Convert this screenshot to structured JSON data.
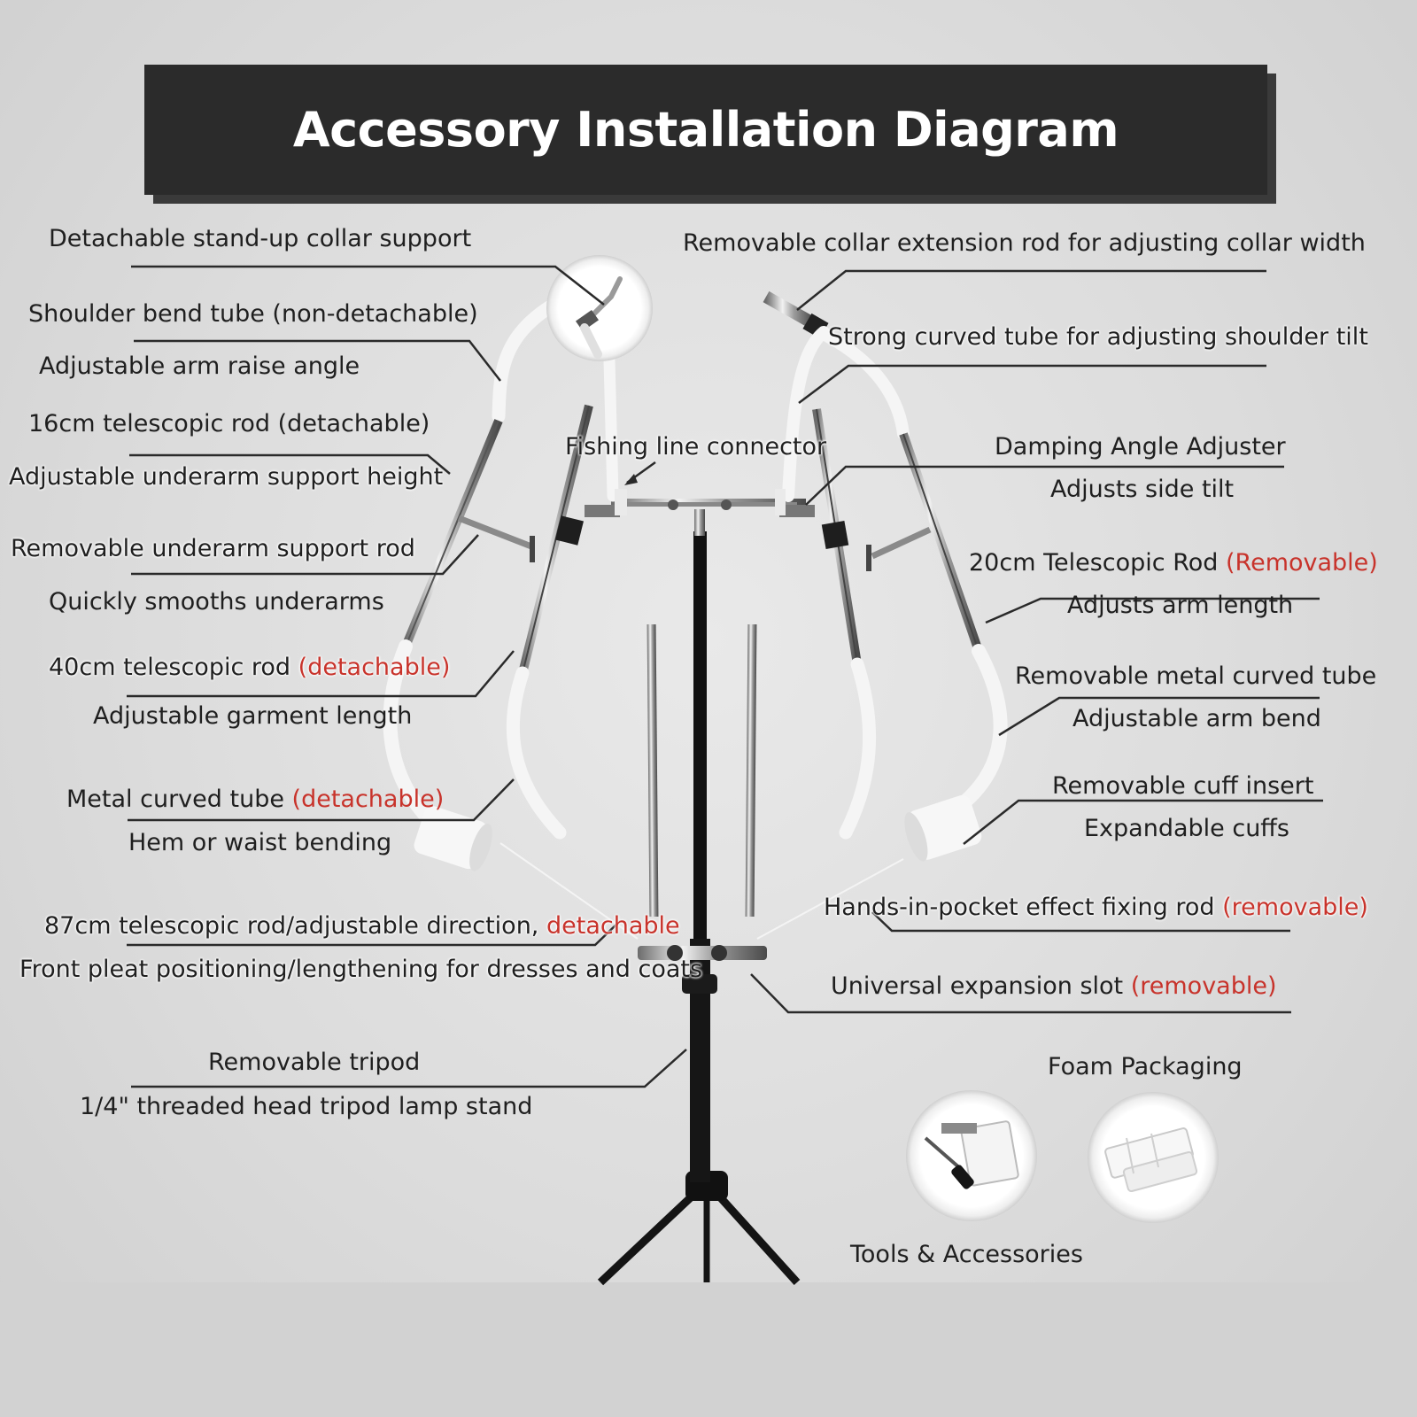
{
  "title": "Accessory Installation Diagram",
  "labels": {
    "collar_support": "Detachable stand-up collar support",
    "shoulder_bend": "Shoulder bend tube (non-detachable)",
    "arm_raise": "Adjustable arm raise angle",
    "rod16": "16cm telescopic rod (detachable)",
    "underarm_height": "Adjustable underarm support height",
    "underarm_rod": "Removable underarm support rod",
    "smooth_underarms": "Quickly smooths underarms",
    "rod40_a": "40cm telescopic rod ",
    "rod40_b": "(detachable)",
    "garment_length": "Adjustable garment length",
    "metal_curved_a": "Metal curved tube ",
    "metal_curved_b": "(detachable)",
    "hem_waist": "Hem or waist bending",
    "rod87_a": "87cm telescopic rod/adjustable direction, ",
    "rod87_b": "detachable",
    "front_pleat": "Front pleat positioning/lengthening for dresses and coats",
    "tripod": "Removable tripod",
    "threaded_head": "1/4\" threaded head tripod lamp stand",
    "collar_extension": "Removable collar extension rod for adjusting collar width",
    "strong_curved": "Strong curved tube for adjusting shoulder tilt",
    "fishing_line": "Fishing line connector",
    "damping": "Damping Angle Adjuster",
    "side_tilt": "Adjusts side tilt",
    "rod20_a": "20cm Telescopic Rod ",
    "rod20_b": "(Removable)",
    "arm_length": "Adjusts arm length",
    "metal_bend_tube": "Removable metal curved tube",
    "arm_bend": "Adjustable arm bend",
    "cuff_insert": "Removable cuff insert",
    "expand_cuffs": "Expandable cuffs",
    "pocket_a": "Hands-in-pocket effect fixing rod ",
    "pocket_b": "(removable)",
    "universal_a": "Universal expansion slot ",
    "universal_b": "(removable)",
    "foam": "Foam Packaging",
    "tools": "Tools & Accessories"
  },
  "colors": {
    "title_bg": "#2b2b2b",
    "title_text": "#ffffff",
    "highlight_red": "#c8332b",
    "leader_line": "#2a2a2a"
  }
}
